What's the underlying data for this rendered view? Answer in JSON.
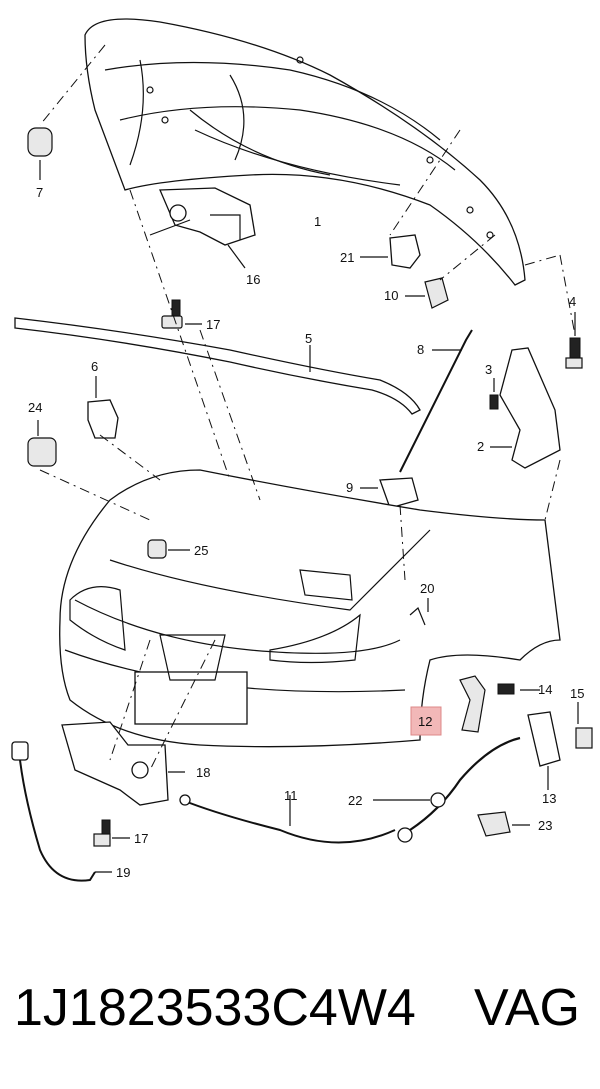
{
  "callouts": {
    "c1": "1",
    "c2": "2",
    "c3": "3",
    "c4": "4",
    "c5": "5",
    "c6": "6",
    "c7": "7",
    "c8": "8",
    "c9": "9",
    "c10": "10",
    "c11": "11",
    "c12": "12",
    "c13": "13",
    "c14": "14",
    "c15": "15",
    "c16": "16",
    "c17a": "17",
    "c17b": "17",
    "c18": "18",
    "c19": "19",
    "c20": "20",
    "c21": "21",
    "c22": "22",
    "c23": "23",
    "c24": "24",
    "c25": "25"
  },
  "highlighted_callout": "12",
  "highlight_color": "#f2b8b8",
  "caption": {
    "part_number": "1J1823533C4W4",
    "brand": "VAG"
  }
}
